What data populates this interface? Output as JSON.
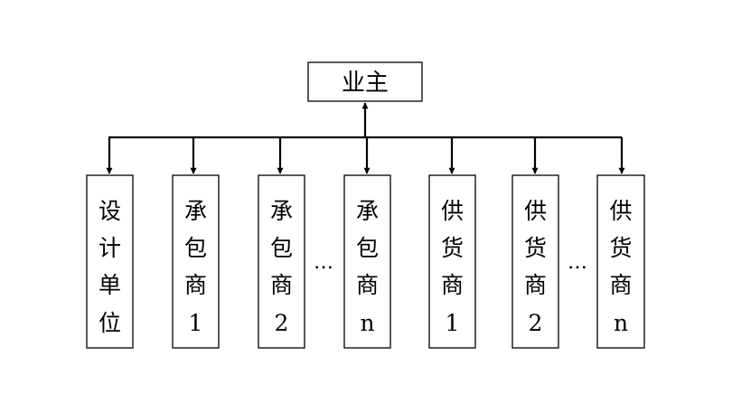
{
  "root": {
    "label": "业主"
  },
  "children": [
    {
      "chars": [
        "设",
        "计",
        "单",
        "位"
      ]
    },
    {
      "chars": [
        "承",
        "包",
        "商",
        "1"
      ]
    },
    {
      "chars": [
        "承",
        "包",
        "商",
        "2"
      ]
    },
    {
      "chars": [
        "承",
        "包",
        "商",
        "n"
      ]
    },
    {
      "chars": [
        "供",
        "货",
        "商",
        "1"
      ]
    },
    {
      "chars": [
        "供",
        "货",
        "商",
        "2"
      ]
    },
    {
      "chars": [
        "供",
        "货",
        "商",
        "n"
      ]
    }
  ],
  "ellipses": [
    "…",
    "…"
  ],
  "colors": {
    "stroke": "#000000",
    "background": "#ffffff"
  }
}
